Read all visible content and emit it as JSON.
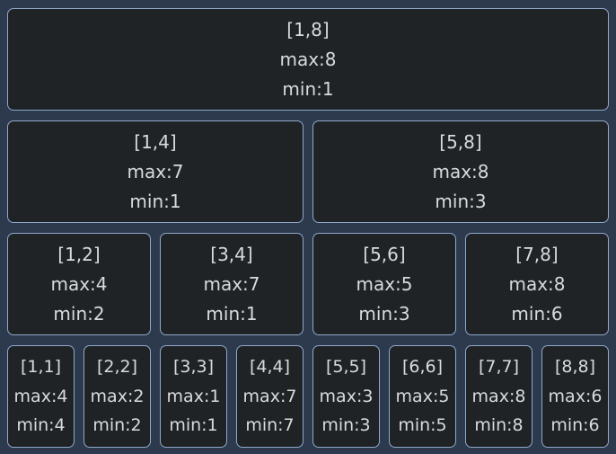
{
  "levels": [
    [
      {
        "range": "[1,8]",
        "max": "max:8",
        "min": "min:1"
      }
    ],
    [
      {
        "range": "[1,4]",
        "max": "max:7",
        "min": "min:1"
      },
      {
        "range": "[5,8]",
        "max": "max:8",
        "min": "min:3"
      }
    ],
    [
      {
        "range": "[1,2]",
        "max": "max:4",
        "min": "min:2"
      },
      {
        "range": "[3,4]",
        "max": "max:7",
        "min": "min:1"
      },
      {
        "range": "[5,6]",
        "max": "max:5",
        "min": "min:3"
      },
      {
        "range": "[7,8]",
        "max": "max:8",
        "min": "min:6"
      }
    ],
    [
      {
        "range": "[1,1]",
        "max": "max:4",
        "min": "min:4"
      },
      {
        "range": "[2,2]",
        "max": "max:2",
        "min": "min:2"
      },
      {
        "range": "[3,3]",
        "max": "max:1",
        "min": "min:1"
      },
      {
        "range": "[4,4]",
        "max": "max:7",
        "min": "min:7"
      },
      {
        "range": "[5,5]",
        "max": "max:3",
        "min": "min:3"
      },
      {
        "range": "[6,6]",
        "max": "max:5",
        "min": "min:5"
      },
      {
        "range": "[7,7]",
        "max": "max:8",
        "min": "min:8"
      },
      {
        "range": "[8,8]",
        "max": "max:6",
        "min": "min:6"
      }
    ]
  ]
}
